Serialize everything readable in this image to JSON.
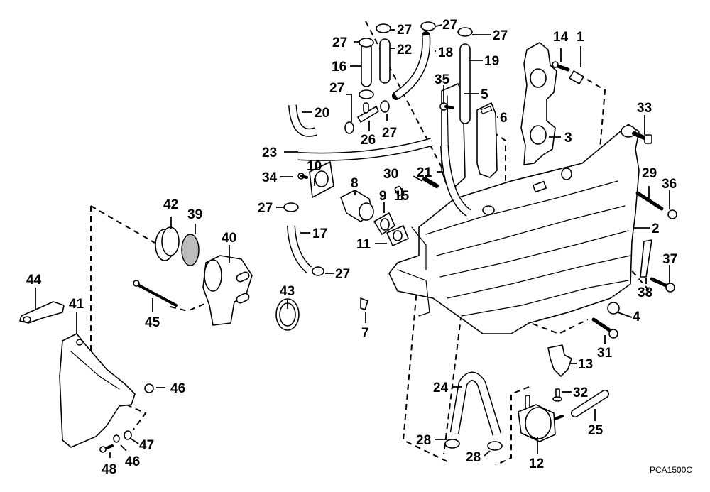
{
  "diagram": {
    "type": "exploded parts diagram",
    "subject": "intake manifold / fuel and air silencer assembly",
    "reference_code": "PCA1500C",
    "callouts": [
      {
        "id": "c14",
        "label": "14"
      },
      {
        "id": "c1",
        "label": "1"
      },
      {
        "id": "c33",
        "label": "33"
      },
      {
        "id": "c3",
        "label": "3"
      },
      {
        "id": "c29",
        "label": "29"
      },
      {
        "id": "c36",
        "label": "36"
      },
      {
        "id": "c2",
        "label": "2"
      },
      {
        "id": "c37",
        "label": "37"
      },
      {
        "id": "c38",
        "label": "38"
      },
      {
        "id": "c4",
        "label": "4"
      },
      {
        "id": "c31",
        "label": "31"
      },
      {
        "id": "c13",
        "label": "13"
      },
      {
        "id": "c32",
        "label": "32"
      },
      {
        "id": "c25",
        "label": "25"
      },
      {
        "id": "c12",
        "label": "12"
      },
      {
        "id": "c24",
        "label": "24"
      },
      {
        "id": "c28a",
        "label": "28"
      },
      {
        "id": "c28b",
        "label": "28"
      },
      {
        "id": "c27a",
        "label": "27"
      },
      {
        "id": "c27b",
        "label": "27"
      },
      {
        "id": "c27c",
        "label": "27"
      },
      {
        "id": "c27d",
        "label": "27"
      },
      {
        "id": "c27e",
        "label": "27"
      },
      {
        "id": "c27f",
        "label": "27"
      },
      {
        "id": "c27g",
        "label": "27"
      },
      {
        "id": "c27h",
        "label": "27"
      },
      {
        "id": "c22",
        "label": "22"
      },
      {
        "id": "c18",
        "label": "18"
      },
      {
        "id": "c19",
        "label": "19"
      },
      {
        "id": "c16",
        "label": "16"
      },
      {
        "id": "c35",
        "label": "35"
      },
      {
        "id": "c5",
        "label": "5"
      },
      {
        "id": "c6",
        "label": "6"
      },
      {
        "id": "c20",
        "label": "20"
      },
      {
        "id": "c26",
        "label": "26"
      },
      {
        "id": "c23",
        "label": "23"
      },
      {
        "id": "c21",
        "label": "21"
      },
      {
        "id": "c30",
        "label": "30"
      },
      {
        "id": "c34",
        "label": "34"
      },
      {
        "id": "c10",
        "label": "10"
      },
      {
        "id": "c8",
        "label": "8"
      },
      {
        "id": "c9",
        "label": "9"
      },
      {
        "id": "c15",
        "label": "15"
      },
      {
        "id": "c17",
        "label": "17"
      },
      {
        "id": "c11",
        "label": "11"
      },
      {
        "id": "c7",
        "label": "7"
      },
      {
        "id": "c42",
        "label": "42"
      },
      {
        "id": "c39",
        "label": "39"
      },
      {
        "id": "c40",
        "label": "40"
      },
      {
        "id": "c43",
        "label": "43"
      },
      {
        "id": "c44",
        "label": "44"
      },
      {
        "id": "c41",
        "label": "41"
      },
      {
        "id": "c45",
        "label": "45"
      },
      {
        "id": "c46a",
        "label": "46"
      },
      {
        "id": "c46b",
        "label": "46"
      },
      {
        "id": "c47",
        "label": "47"
      },
      {
        "id": "c48",
        "label": "48"
      }
    ]
  }
}
